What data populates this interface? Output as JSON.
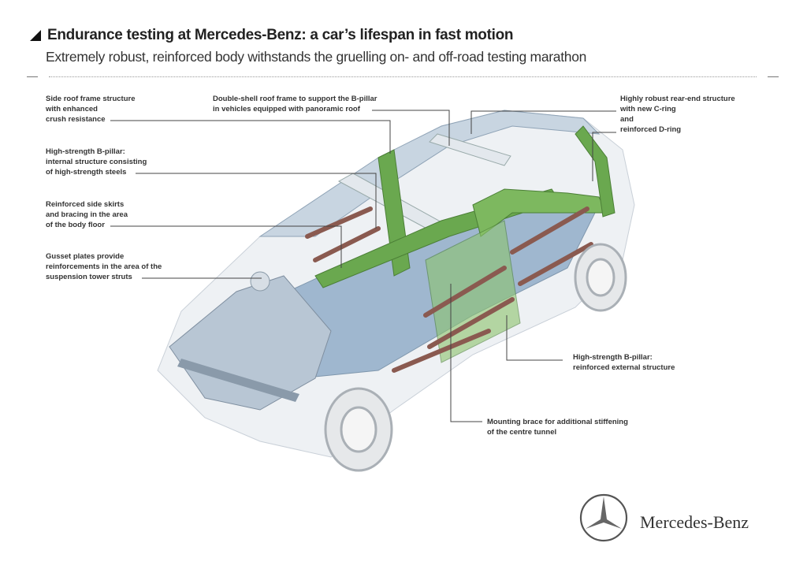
{
  "header": {
    "title": "Endurance testing at Mercedes-Benz: a car’s lifespan in fast motion",
    "subtitle": "Extremely robust, reinforced body withstands the gruelling on- and off-road testing marathon"
  },
  "callouts": {
    "side_roof": [
      "Side roof frame structure",
      "with enhanced",
      "crush resistance"
    ],
    "double_shell": [
      "Double-shell roof frame to support the B-pillar",
      "in vehicles equipped with panoramic roof"
    ],
    "rear_end": [
      "Highly robust rear-end structure",
      "with new C-ring",
      "and",
      "reinforced D-ring"
    ],
    "b_pillar_internal": [
      "High-strength B-pillar:",
      "internal structure consisting",
      "of high-strength steels"
    ],
    "side_skirts": [
      "Reinforced side skirts",
      "and bracing in the area",
      "of the body floor"
    ],
    "gusset": [
      "Gusset plates provide",
      "reinforcements in the area of the",
      "suspension tower struts"
    ],
    "b_pillar_external": [
      "High-strength B-pillar:",
      "reinforced external structure"
    ],
    "mounting_brace": [
      "Mounting brace for additional stiffening",
      "of the centre tunnel"
    ]
  },
  "brand": {
    "name": "Mercedes-Benz",
    "logo_icon": "three-pointed-star-icon"
  },
  "colors": {
    "body": "#b9c9d8",
    "reinforced": "#6aa84f",
    "beams": "#8a5a50",
    "leader": "#444444"
  }
}
